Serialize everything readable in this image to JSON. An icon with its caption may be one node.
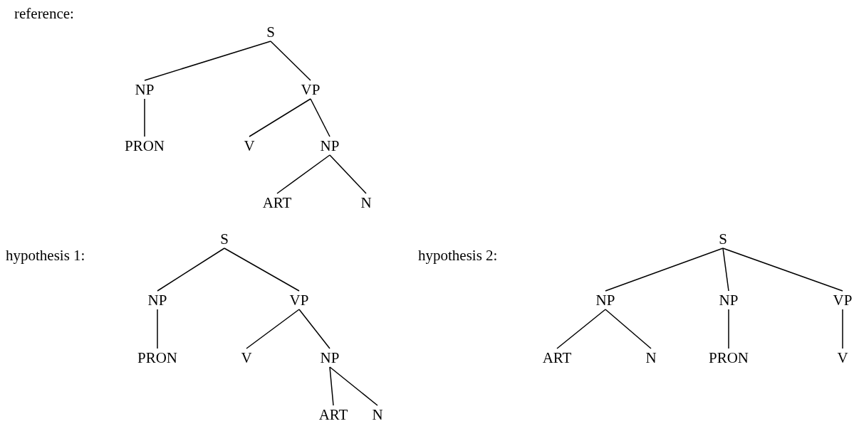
{
  "diagram": {
    "nodes": [
      {
        "text": [
          "S"
        ]
      },
      {
        "text": [
          "NP"
        ]
      },
      {
        "text": [
          "VP"
        ]
      },
      {
        "text": [
          "PRON"
        ]
      },
      {
        "text": [
          "V"
        ]
      },
      {
        "text": [
          "NP"
        ]
      },
      {
        "text": [
          "ART"
        ]
      },
      {
        "text": [
          "N"
        ]
      },
      {
        "text": [
          "S"
        ]
      },
      {
        "text": [
          "NP"
        ]
      },
      {
        "text": [
          "VP"
        ]
      },
      {
        "text": [
          "PRON"
        ]
      },
      {
        "text": [
          "V"
        ]
      },
      {
        "text": [
          "NP"
        ]
      },
      {
        "text": [
          "ART"
        ]
      },
      {
        "text": [
          "N"
        ]
      },
      {
        "text": [
          "S"
        ]
      },
      {
        "text": [
          "NP"
        ]
      },
      {
        "text": [
          "NP"
        ]
      },
      {
        "text": [
          "VP"
        ]
      },
      {
        "text": [
          "ART"
        ]
      },
      {
        "text": [
          "N"
        ]
      },
      {
        "text": [
          "PRON"
        ]
      },
      {
        "text": [
          "V"
        ]
      }
    ],
    "edges": [
      {
        "from": 0,
        "to": 1,
        "arrow": "none"
      },
      {
        "from": 0,
        "to": 2,
        "arrow": "none"
      },
      {
        "from": 1,
        "to": 3,
        "arrow": "none"
      },
      {
        "from": 2,
        "to": 4,
        "arrow": "none"
      },
      {
        "from": 2,
        "to": 5,
        "arrow": "none"
      },
      {
        "from": 5,
        "to": 6,
        "arrow": "none"
      },
      {
        "from": 5,
        "to": 7,
        "arrow": "none"
      },
      {
        "from": 8,
        "to": 9,
        "arrow": "none"
      },
      {
        "from": 8,
        "to": 10,
        "arrow": "none"
      },
      {
        "from": 9,
        "to": 11,
        "arrow": "none"
      },
      {
        "from": 10,
        "to": 12,
        "arrow": "none"
      },
      {
        "from": 10,
        "to": 13,
        "arrow": "none"
      },
      {
        "from": 13,
        "to": 14,
        "arrow": "none"
      },
      {
        "from": 13,
        "to": 15,
        "arrow": "none"
      },
      {
        "from": 16,
        "to": 17,
        "arrow": "none"
      },
      {
        "from": 16,
        "to": 18,
        "arrow": "none"
      },
      {
        "from": 16,
        "to": 19,
        "arrow": "none"
      },
      {
        "from": 17,
        "to": 20,
        "arrow": "none"
      },
      {
        "from": 17,
        "to": 21,
        "arrow": "none"
      },
      {
        "from": 18,
        "to": 22,
        "arrow": "none"
      },
      {
        "from": 19,
        "to": 23,
        "arrow": "none"
      }
    ],
    "labels": [
      "reference:",
      "hypothesis 1:",
      "hypothesis 2:"
    ]
  }
}
